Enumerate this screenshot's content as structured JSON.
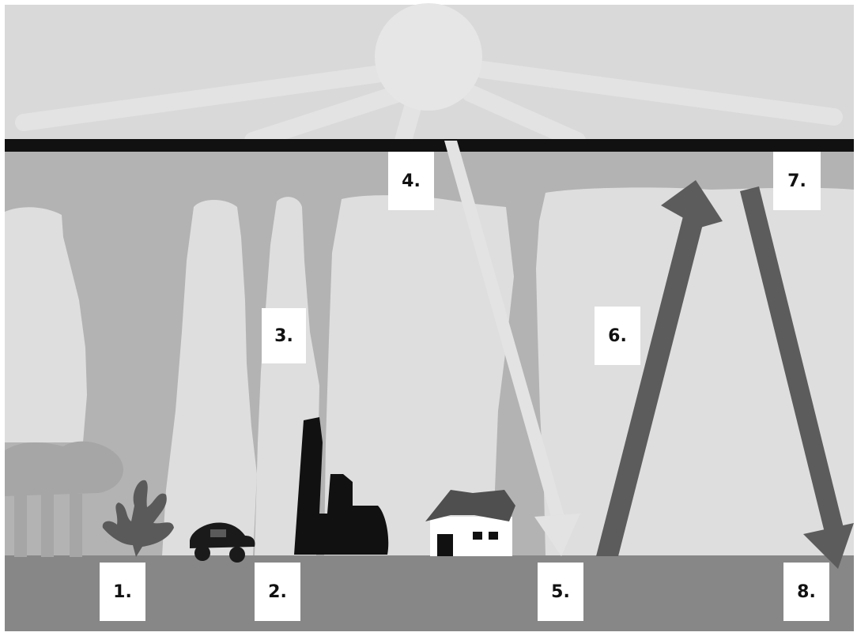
{
  "colors": {
    "sky": "#d9d9d9",
    "sun": "#e6e6e6",
    "atmosphere_band": "#111111",
    "haze_dark": "#b3b3b3",
    "haze_light": "#dedede",
    "ground": "#878787",
    "incoming_arrow": "#e3e3e3",
    "outgoing_arrow": "#5c5c5c",
    "trees": "#a6a6a6",
    "factory": "#111111",
    "car": "#1a1a1a"
  },
  "labels": {
    "l1": "1.",
    "l2": "2.",
    "l3": "3.",
    "l4": "4.",
    "l5": "5.",
    "l6": "6.",
    "l7": "7.",
    "l8": "8."
  }
}
